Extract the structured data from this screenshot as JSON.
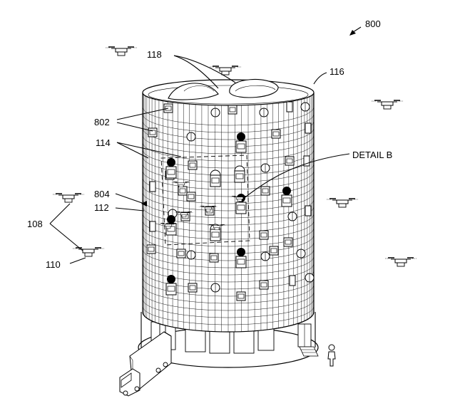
{
  "figure": {
    "ref": "800",
    "labels": {
      "facility": "116",
      "domes": "118",
      "ports": "802",
      "bays": "114",
      "drone_on_wall": "804",
      "wall": "112",
      "drones": "108",
      "drone_single": "110",
      "detail": "DETAIL B"
    }
  }
}
